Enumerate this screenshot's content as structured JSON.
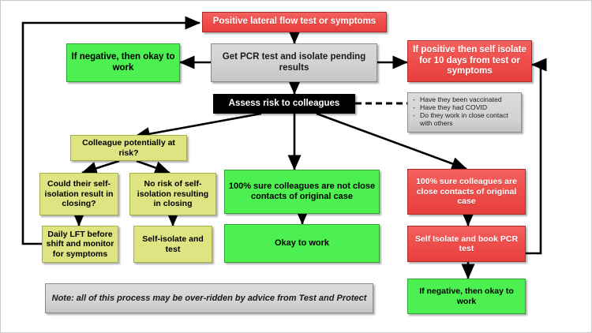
{
  "diagram": {
    "title_node": "Positive lateral flow test or symptoms",
    "nodes": {
      "positive_test": {
        "label": "Positive lateral flow test or symptoms",
        "color": "#ef4f4c",
        "shape": "rect"
      },
      "get_pcr": {
        "label": "Get PCR test and isolate pending results",
        "color": "#d2d2d2",
        "shape": "rect"
      },
      "negative_okay_top": {
        "label": "If negative, then okay to work",
        "color": "#4cf050",
        "shape": "rect"
      },
      "positive_isolate": {
        "label": "If positive then self isolate for 10 days from test or symptoms",
        "color": "#ef4f4c",
        "shape": "rect"
      },
      "assess_risk": {
        "label": "Assess risk to colleagues",
        "color": "#000000",
        "shape": "rect"
      },
      "criteria": {
        "color": "#d2d2d2",
        "bullet": "-",
        "items": [
          "Have they been vaccinated",
          "Have they had COVID",
          "Do they work in close contact with others"
        ]
      },
      "colleague_at_risk": {
        "label": "Colleague potentially at risk?",
        "color": "#dde481",
        "shape": "rect"
      },
      "could_closing": {
        "label": "Could their self-isolation result in closing?",
        "color": "#dde481",
        "shape": "rect"
      },
      "no_risk_closing": {
        "label": "No risk of self-isolation resulting in closing",
        "color": "#dde481",
        "shape": "rect"
      },
      "daily_lft": {
        "label": "Daily LFT before shift and monitor for symptoms",
        "color": "#dde481",
        "shape": "rect"
      },
      "self_isolate_test": {
        "label": "Self-isolate and test",
        "color": "#dde481",
        "shape": "rect"
      },
      "not_close_contacts": {
        "label": "100% sure colleagues are not close contacts of original case",
        "color": "#4cf050",
        "shape": "rect"
      },
      "okay_to_work": {
        "label": "Okay to work",
        "color": "#4cf050",
        "shape": "rect"
      },
      "close_contacts": {
        "label": "100% sure colleagues are close contacts of original case",
        "color": "#ef4f4c",
        "shape": "rect"
      },
      "self_isolate_book_pcr": {
        "label": "Self Isolate and book PCR test",
        "color": "#ef4f4c",
        "shape": "rect"
      },
      "negative_okay_bottom": {
        "label": "If negative, then okay to work",
        "color": "#4cf050",
        "shape": "rect"
      },
      "note": {
        "label": "Note: all of this process may be over-ridden by advice from Test and Protect",
        "color": "#d2d2d2",
        "shape": "rect"
      }
    },
    "edges": [
      {
        "from": "positive_test",
        "to": "get_pcr",
        "style": "solid"
      },
      {
        "from": "get_pcr",
        "to": "negative_okay_top",
        "style": "solid"
      },
      {
        "from": "get_pcr",
        "to": "positive_isolate",
        "style": "solid"
      },
      {
        "from": "get_pcr",
        "to": "assess_risk",
        "style": "solid"
      },
      {
        "from": "assess_risk",
        "to": "criteria",
        "style": "dashed"
      },
      {
        "from": "assess_risk",
        "to": "colleague_at_risk",
        "style": "solid"
      },
      {
        "from": "assess_risk",
        "to": "not_close_contacts",
        "style": "solid"
      },
      {
        "from": "assess_risk",
        "to": "close_contacts",
        "style": "solid"
      },
      {
        "from": "colleague_at_risk",
        "to": "could_closing",
        "style": "solid"
      },
      {
        "from": "colleague_at_risk",
        "to": "no_risk_closing",
        "style": "solid"
      },
      {
        "from": "could_closing",
        "to": "daily_lft",
        "style": "solid"
      },
      {
        "from": "no_risk_closing",
        "to": "self_isolate_test",
        "style": "solid"
      },
      {
        "from": "daily_lft",
        "to": "positive_test",
        "style": "solid"
      },
      {
        "from": "not_close_contacts",
        "to": "okay_to_work",
        "style": "solid"
      },
      {
        "from": "close_contacts",
        "to": "self_isolate_book_pcr",
        "style": "solid"
      },
      {
        "from": "self_isolate_book_pcr",
        "to": "negative_okay_bottom",
        "style": "solid"
      },
      {
        "from": "self_isolate_book_pcr",
        "to": "positive_isolate",
        "style": "solid"
      }
    ]
  }
}
